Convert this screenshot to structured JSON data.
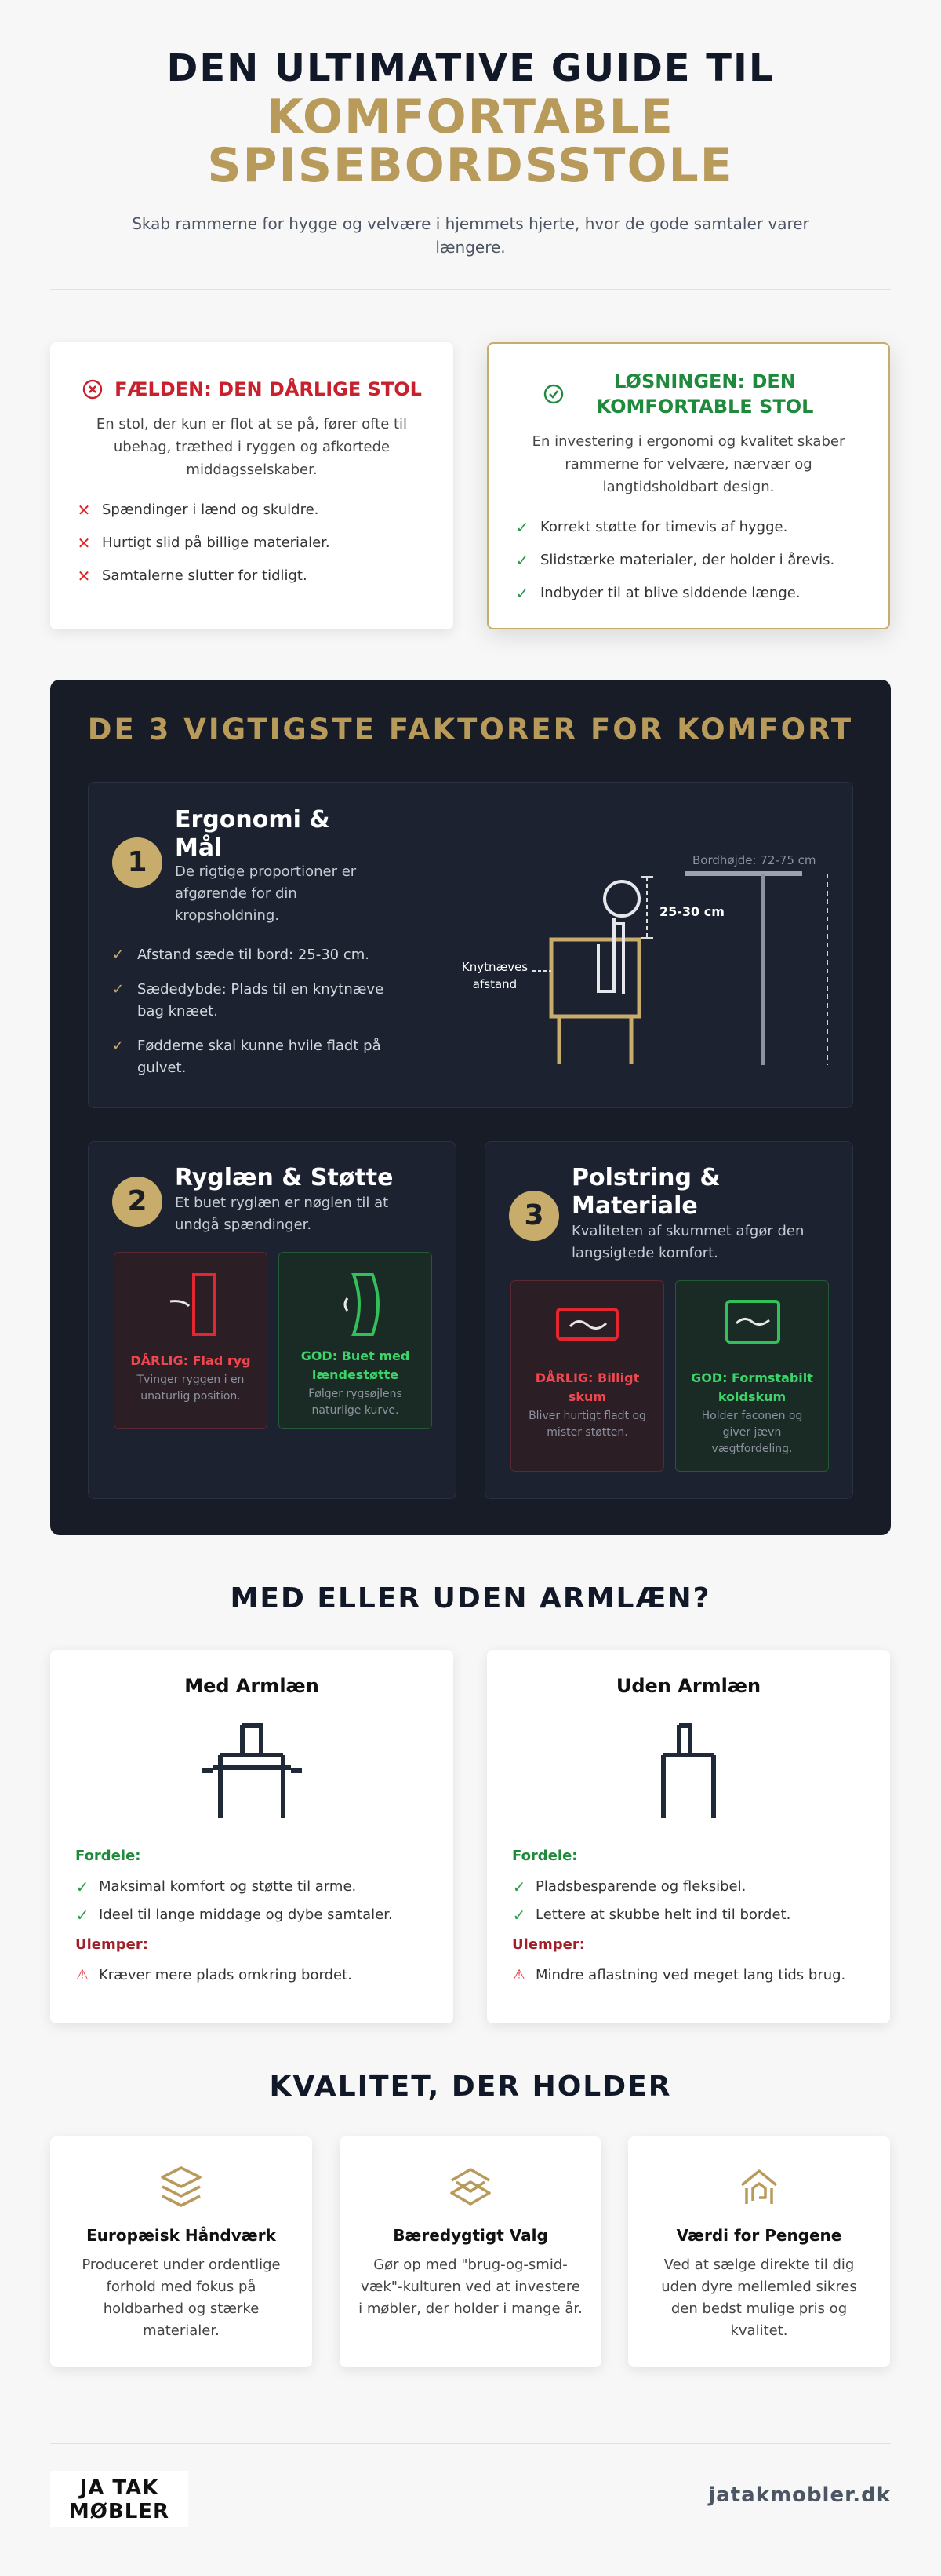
{
  "header": {
    "title_line1": "DEN ULTIMATIVE GUIDE TIL",
    "title_line2": "KOMFORTABLE",
    "title_line3": "SPISEBORDSSTOLE",
    "subtitle": "Skab rammerne for hygge og velvære i hjemmets hjerte, hvor de gode samtaler varer længere."
  },
  "trap": {
    "title": "FÆLDEN: DEN DÅRLIGE STOL",
    "desc": "En stol, der kun er flot at se på, fører ofte til ubehag, træthed i ryggen og afkortede middagsselskaber.",
    "items": [
      "Spændinger i lænd og skuldre.",
      "Hurtigt slid på billige materialer.",
      "Samtalerne slutter for tidligt."
    ]
  },
  "solution": {
    "title": "LØSNINGEN: DEN KOMFORTABLE STOL",
    "desc": "En investering i ergonomi og kvalitet skaber rammerne for velvære, nærvær og langtidsholdbart design.",
    "items": [
      "Korrekt støtte for timevis af hygge.",
      "Slidstærke materialer, der holder i årevis.",
      "Indbyder til at blive siddende længe."
    ]
  },
  "factors": {
    "title": "DE 3 VIGTIGSTE FAKTORER FOR KOMFORT",
    "f1": {
      "num": "1",
      "title": "Ergonomi & Mål",
      "desc": "De rigtige proportioner er afgørende for din kropsholdning.",
      "items": [
        "Afstand sæde til bord: 25-30 cm.",
        "Sædedybde: Plads til en knytnæve bag knæet.",
        "Fødderne skal kunne hvile fladt på gulvet."
      ],
      "diagram": {
        "table_height": "Bordhøjde: 72-75 cm",
        "gap": "25-30 cm",
        "knee_line1": "Knytnæves",
        "knee_line2": "afstand"
      }
    },
    "f2": {
      "num": "2",
      "title": "Ryglæn & Støtte",
      "desc": "Et buet ryglæn er nøglen til at undgå spændinger.",
      "bad_label": "DÅRLIG: Flad ryg",
      "bad_desc": "Tvinger ryggen i en unaturlig position.",
      "good_label": "GOD: Buet med lændestøtte",
      "good_desc": "Følger rygsøjlens naturlige kurve."
    },
    "f3": {
      "num": "3",
      "title": "Polstring & Materiale",
      "desc": "Kvaliteten af skummet afgør den langsigtede komfort.",
      "bad_label": "DÅRLIG: Billigt skum",
      "bad_desc": "Bliver hurtigt fladt og mister støtten.",
      "good_label": "GOD: Formstabilt koldskum",
      "good_desc": "Holder faconen og giver jævn vægtfordeling."
    }
  },
  "armrest": {
    "title": "MED ELLER UDEN ARMLÆN?",
    "with": {
      "title": "Med Armlæn",
      "pros_label": "Fordele:",
      "pros": [
        "Maksimal komfort og støtte til arme.",
        "Ideel til lange middage og dybe samtaler."
      ],
      "cons_label": "Ulemper:",
      "cons": [
        "Kræver mere plads omkring bordet."
      ]
    },
    "without": {
      "title": "Uden Armlæn",
      "pros_label": "Fordele:",
      "pros": [
        "Pladsbesparende og fleksibel.",
        "Lettere at skubbe helt ind til bordet."
      ],
      "cons_label": "Ulemper:",
      "cons": [
        "Mindre aflastning ved meget lang tids brug."
      ]
    }
  },
  "quality": {
    "title": "KVALITET, DER HOLDER",
    "cards": [
      {
        "title": "Europæisk Håndværk",
        "desc": "Produceret under ordentlige forhold med fokus på holdbarhed og stærke materialer."
      },
      {
        "title": "Bæredygtigt Valg",
        "desc": "Gør op med \"brug-og-smid-væk\"-kulturen ved at investere i møbler, der holder i mange år."
      },
      {
        "title": "Værdi for Pengene",
        "desc": "Ved at sælge direkte til dig uden dyre mellemled sikres den bedst mulige pris og kvalitet."
      }
    ]
  },
  "footer": {
    "logo_line1": "JA TAK",
    "logo_line2": "MØBLER",
    "site": "jatakmobler.dk"
  },
  "colors": {
    "gold": "#b89a5a",
    "dark": "#171c27",
    "bad": "#c8202c",
    "good": "#1f8a3c"
  }
}
